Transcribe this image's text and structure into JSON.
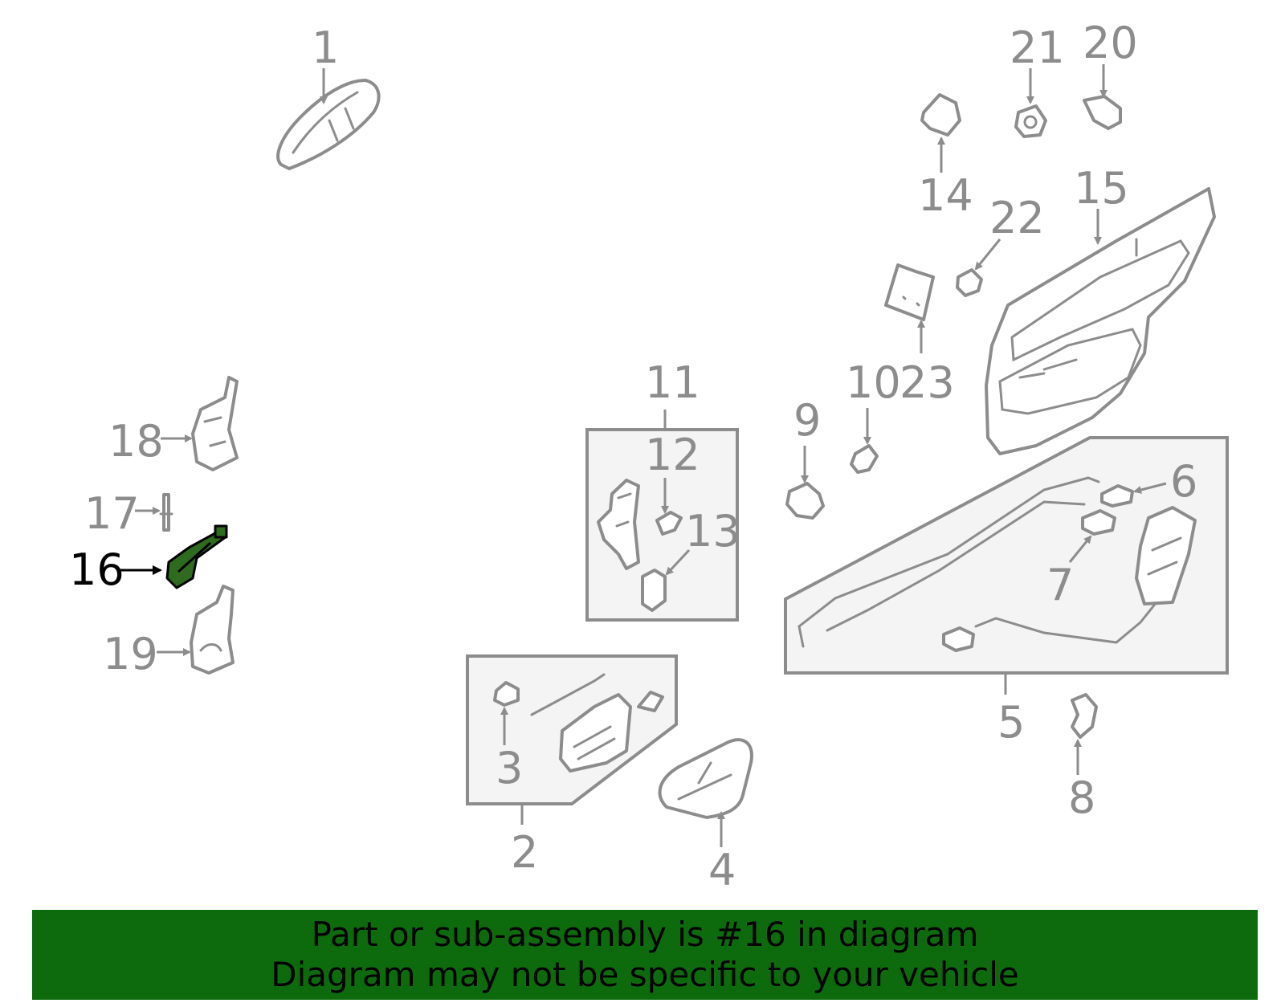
{
  "callouts": {
    "c1": "1",
    "c2": "2",
    "c3": "3",
    "c4": "4",
    "c5": "5",
    "c6": "6",
    "c7": "7",
    "c8": "8",
    "c9": "9",
    "c10": "10",
    "c11": "11",
    "c12": "12",
    "c13": "13",
    "c14": "14",
    "c15": "15",
    "c16": "16",
    "c17": "17",
    "c18": "18",
    "c19": "19",
    "c20": "20",
    "c21": "21",
    "c22": "22",
    "c23": "23"
  },
  "highlight_part": "16",
  "colors": {
    "line": "#8c8c8c",
    "highlight_fill": "#2e6b1e",
    "banner_bg": "#0d6b0d",
    "banner_text": "#000000"
  },
  "banner": {
    "line1": "Part or sub-assembly is #16 in diagram",
    "line2": "Diagram may not be specific to your vehicle"
  }
}
